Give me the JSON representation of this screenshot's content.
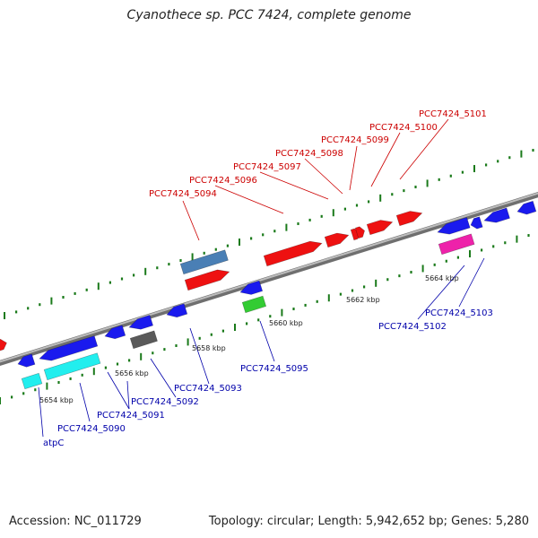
{
  "title": "Cyanothece sp. PCC 7424, complete genome",
  "footer": {
    "accession": "Accession: NC_011729",
    "summary": "Topology: circular; Length: 5,942,652 bp; Genes: 5,280"
  },
  "colors": {
    "backbone": "#8a8a8a",
    "tick": "#1a7a1a",
    "label_top": "#cc0000",
    "label_bottom": "#0000aa",
    "red": "#ee1111",
    "blue": "#1a1aee",
    "steel": "#4a7fb5",
    "cyan": "#22eeee",
    "gray": "#5a5a5a",
    "green": "#33cc33",
    "pink": "#ee22aa"
  },
  "tick_labels": [
    "5654 kbp",
    "5656 kbp",
    "5658 kbp",
    "5660 kbp",
    "5662 kbp",
    "5664 kbp"
  ],
  "top_labels": [
    "PCC7424_5094",
    "PCC7424_5096",
    "PCC7424_5097",
    "PCC7424_5098",
    "PCC7424_5099",
    "PCC7424_5100",
    "PCC7424_5101"
  ],
  "bottom_labels": [
    "atpC",
    "PCC7424_5090",
    "PCC7424_5091",
    "PCC7424_5092",
    "PCC7424_5093",
    "PCC7424_5095",
    "PCC7424_5102",
    "PCC7424_5103"
  ]
}
